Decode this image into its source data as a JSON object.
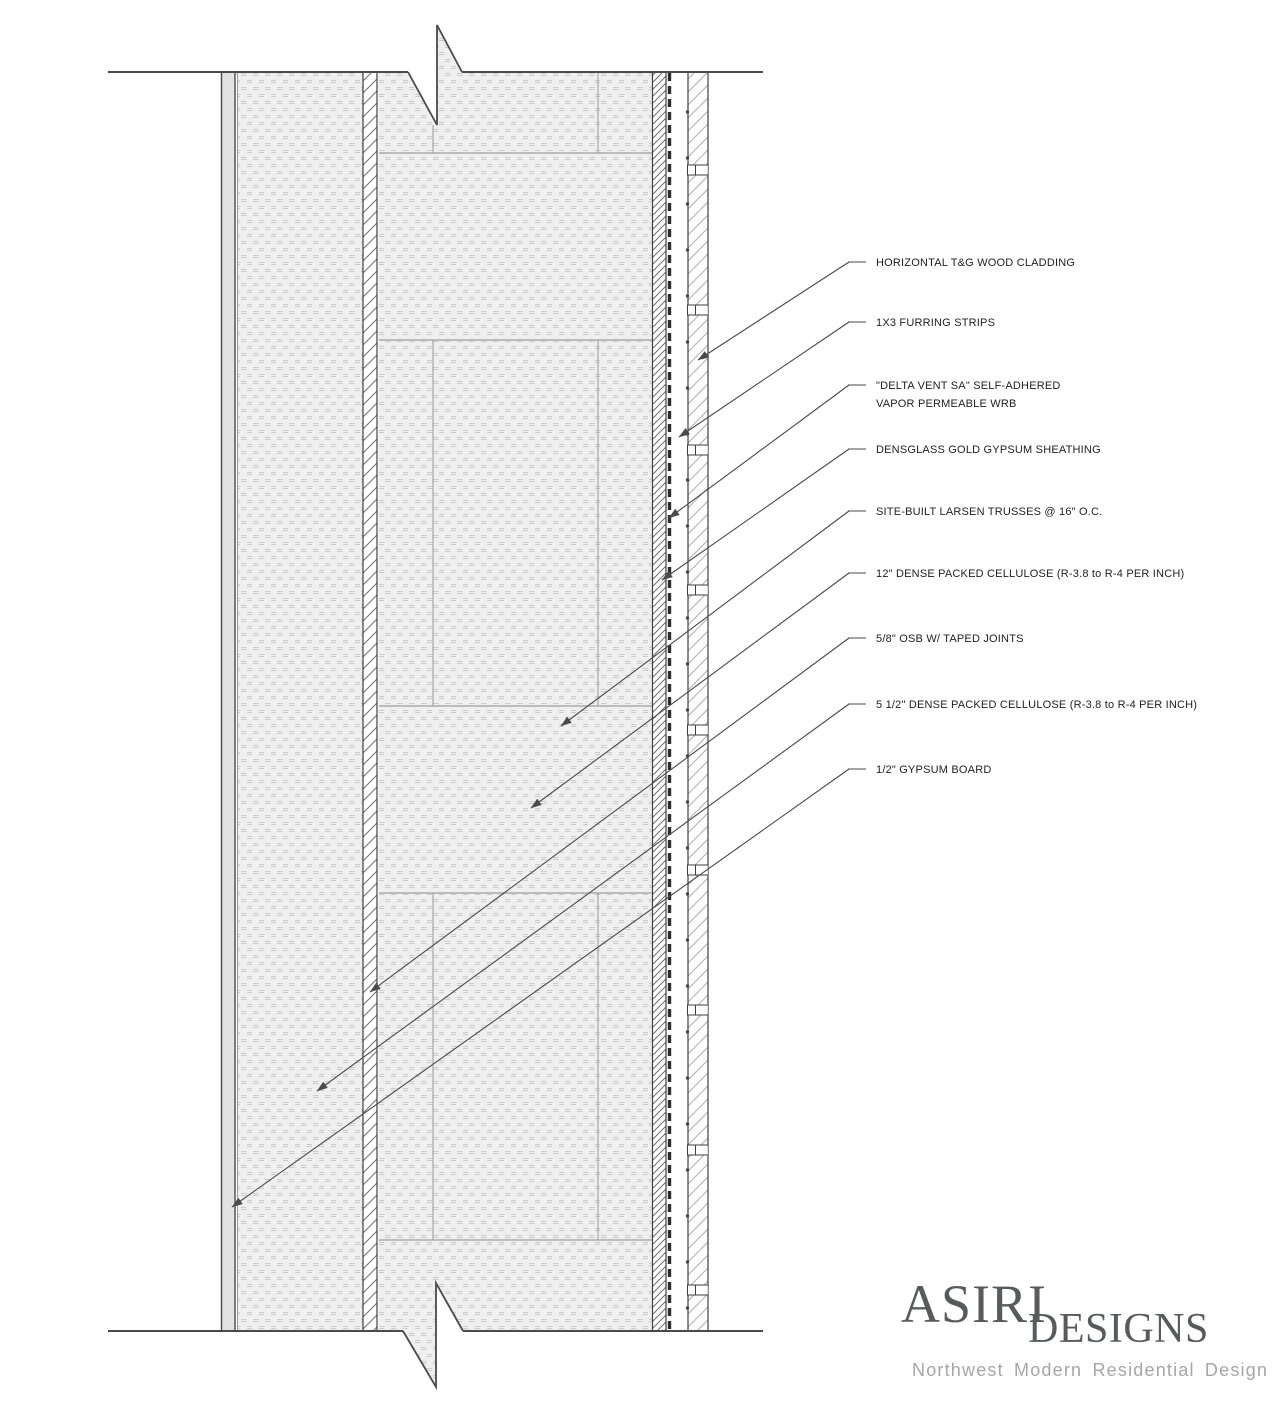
{
  "drawing": {
    "type": "architectural wall section detail",
    "callouts": [
      {
        "text": "HORIZONTAL T&G WOOD CLADDING"
      },
      {
        "text": "1X3 FURRING STRIPS"
      },
      {
        "text": "\"DELTA VENT SA\" SELF-ADHERED",
        "text2": "VAPOR PERMEABLE WRB"
      },
      {
        "text": "DENSGLASS GOLD GYPSUM SHEATHING"
      },
      {
        "text": "SITE-BUILT LARSEN TRUSSES @ 16\" O.C."
      },
      {
        "text": "12\" DENSE PACKED CELLULOSE (R-3.8 to R-4 PER INCH)"
      },
      {
        "text": "5/8\" OSB W/ TAPED JOINTS"
      },
      {
        "text": "5 1/2\" DENSE PACKED CELLULOSE (R-3.8 to R-4 PER INCH)"
      },
      {
        "text": "1/2\" GYPSUM BOARD"
      }
    ]
  },
  "logo": {
    "name": "ASIRI",
    "suffix": "DESIGNS",
    "tagline": "Northwest  Modern  Residential  Design"
  },
  "colors": {
    "line_dark": "#4a4a4a",
    "hatch": "#6f6f6f",
    "cellulose_bg": "#efefef",
    "cellulose_mark": "#cbcbcb",
    "gypsum_fill": "#e2e2e2",
    "seam": "#bcbcbc",
    "logo_dark": "#595a5c",
    "logo_light": "#a9a5a6"
  }
}
